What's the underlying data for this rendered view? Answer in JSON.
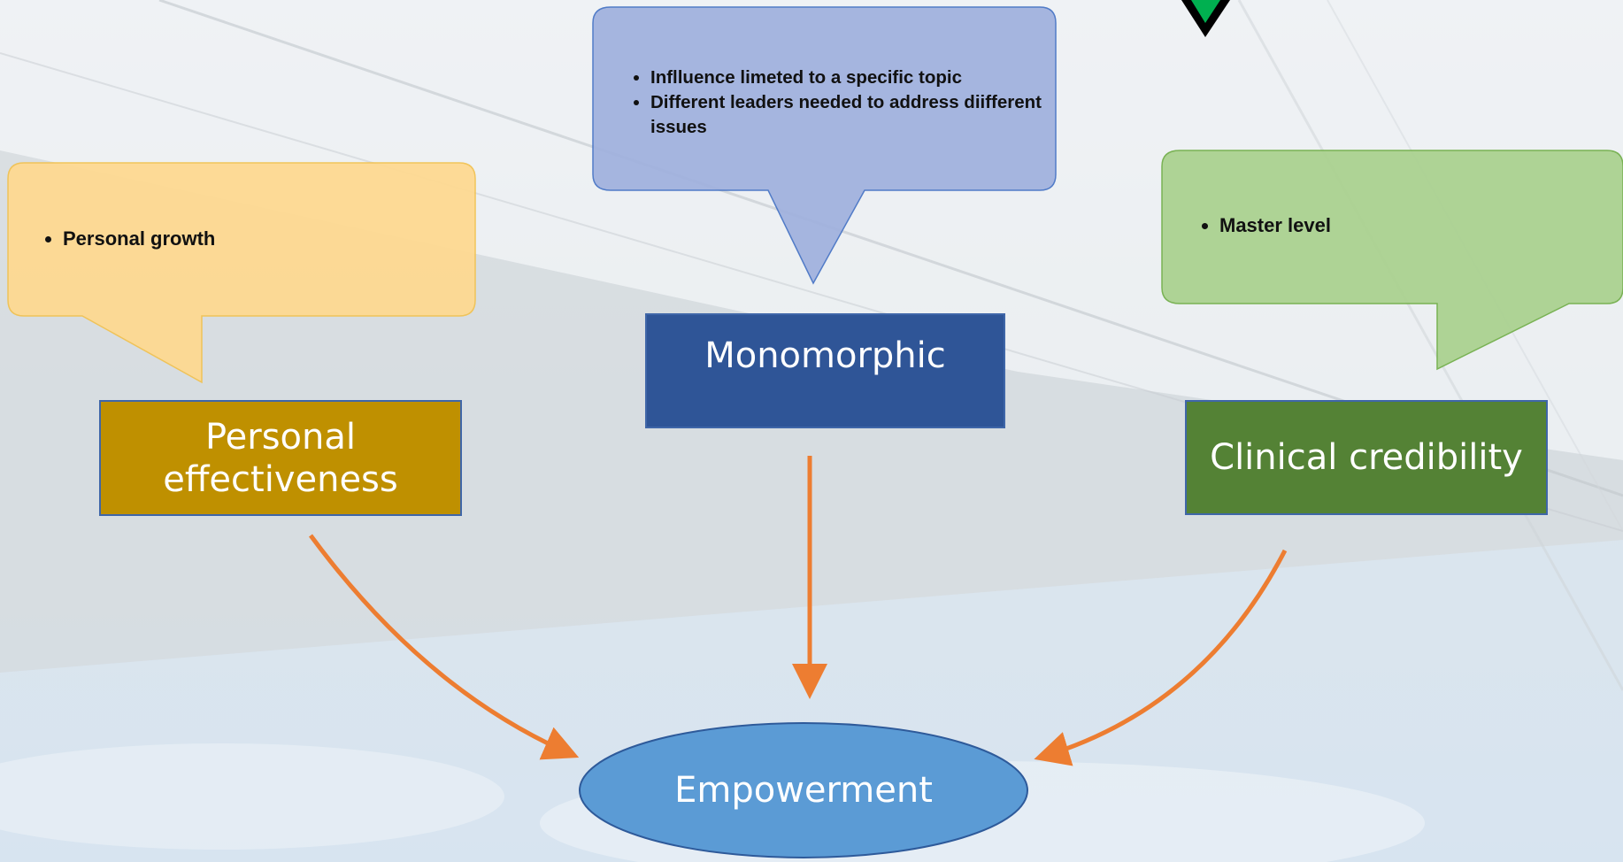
{
  "callouts": {
    "personal": {
      "items": [
        "Personal growth"
      ],
      "fill": "#ffd98f"
    },
    "monomorphic": {
      "items": [
        "Inflluence limeted to a specific topic",
        "Different leaders needed to address diifferent issues"
      ],
      "fill": "#9fb0de"
    },
    "clinical": {
      "items": [
        "Master level"
      ],
      "fill": "#a9d18e"
    }
  },
  "boxes": {
    "personal": {
      "line1": "Personal",
      "line2": "effectiveness",
      "fill": "#bf9000"
    },
    "monomorphic": {
      "label": "Monomorphic",
      "fill": "#2f5597"
    },
    "clinical": {
      "label": "Clinical credibility",
      "fill": "#548235"
    }
  },
  "target": {
    "label": "Empowerment",
    "fill": "#5b9bd5"
  },
  "arrow_color": "#ed7d31",
  "corner_logo": {
    "icon": "green-triangle-icon",
    "colors": [
      "#000000",
      "#00b050"
    ]
  }
}
